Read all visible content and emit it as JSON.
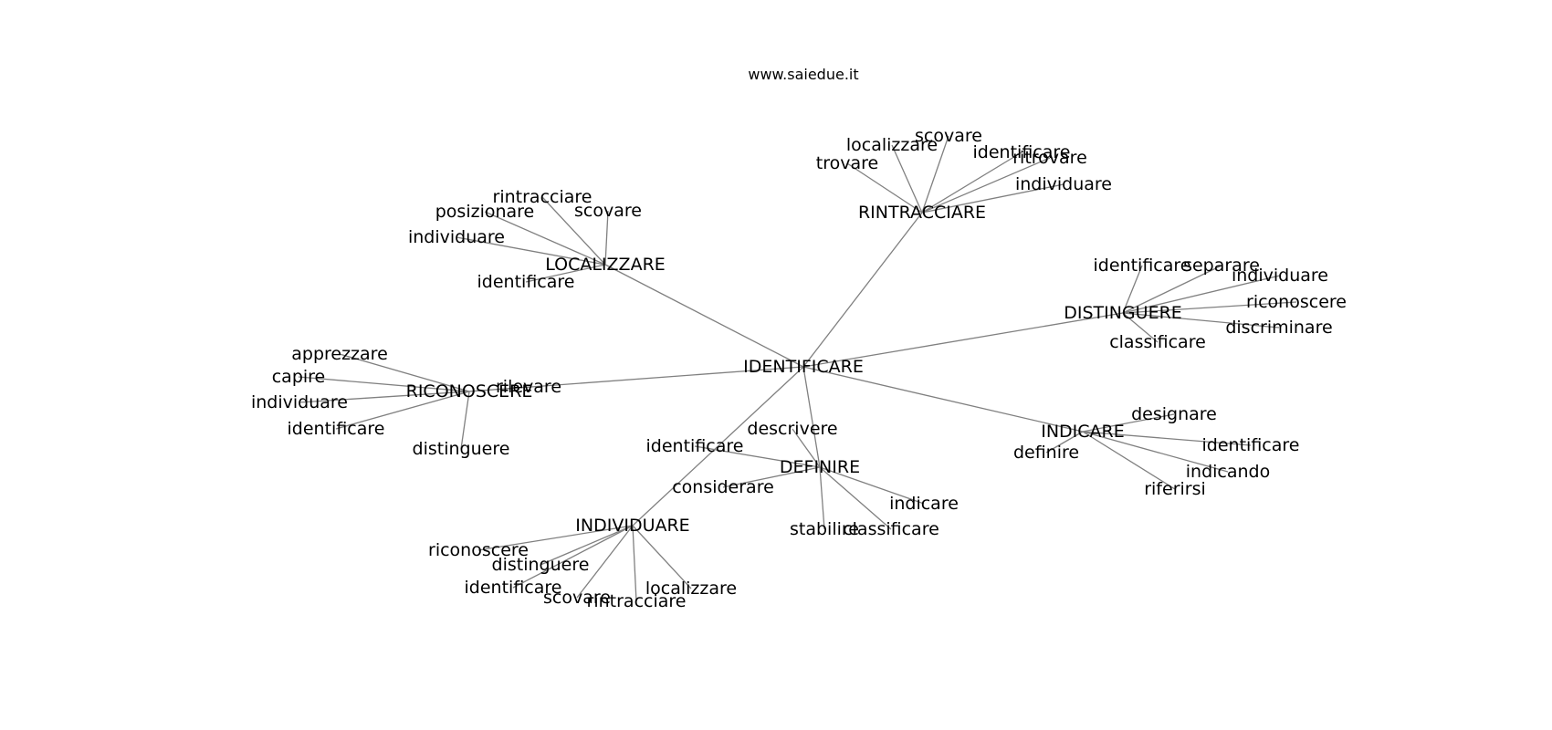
{
  "caption": "www.saiedue.it",
  "center": "IDENTIFICARE",
  "hubs": [
    {
      "label": "RINTRACCIARE",
      "leaves": [
        "trovare",
        "localizzare",
        "scovare",
        "identificare",
        "ritrovare",
        "individuare"
      ]
    },
    {
      "label": "LOCALIZZARE",
      "leaves": [
        "rintracciare",
        "posizionare",
        "scovare",
        "individuare",
        "identificare"
      ]
    },
    {
      "label": "DISTINGUERE",
      "leaves": [
        "identificare",
        "separare",
        "individuare",
        "riconoscere",
        "discriminare",
        "classificare"
      ]
    },
    {
      "label": "RICONOSCERE",
      "leaves": [
        "apprezzare",
        "capire",
        "individuare",
        "identificare",
        "distinguere",
        "rilevare"
      ]
    },
    {
      "label": "INDICARE",
      "leaves": [
        "designare",
        "identificare",
        "indicando",
        "riferirsi",
        "definire"
      ]
    },
    {
      "label": "DEFINIRE",
      "leaves": [
        "descrivere",
        "identificare",
        "considerare",
        "indicare",
        "stabilire",
        "classificare"
      ]
    },
    {
      "label": "INDIVIDUARE",
      "leaves": [
        "riconoscere",
        "distinguere",
        "identificare",
        "scovare",
        "rintracciare",
        "localizzare"
      ]
    }
  ]
}
